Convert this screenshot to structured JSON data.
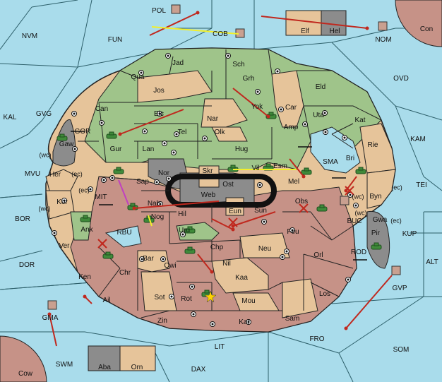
{
  "colors": {
    "sea": "#a9dceb",
    "green": "#9fc48a",
    "tan": "#e6c49a",
    "red": "#c69287",
    "gray": "#8c8c8c",
    "black": "#111111",
    "unit": "#3f8a3a",
    "order_red": "#c0281e",
    "order_yellow": "#f2ef2a",
    "order_magenta": "#c040c0"
  },
  "sea_labels": [
    "NVM",
    "POL",
    "FUN",
    "COB",
    "NOM",
    "Con",
    "OVD",
    "KAL",
    "GVG",
    "KAM",
    "MVU",
    "SMA",
    "TEI",
    "BOR",
    "MIT",
    "BUC",
    "KUP",
    "RBU",
    "ROD",
    "ALT",
    "DOR",
    "GVP",
    "GMA",
    "FRO",
    "SOM",
    "LIT",
    "SWM",
    "DAX",
    "Cow"
  ],
  "land_labels": [
    "Jad",
    "Sch",
    "Qua",
    "Jos",
    "Grh",
    "Eld",
    "Can",
    "Yok",
    "Car",
    "Elc",
    "Nar",
    "Uta",
    "Kat",
    "Gur",
    "Tel",
    "Olk",
    "Amp",
    "Lan",
    "Hug",
    "Rie",
    "Gaw",
    "GOR",
    "Nor",
    "Skr",
    "Vil",
    "Esm",
    "Bri",
    "Her",
    "Sap",
    "Web",
    "Ost",
    "Mel",
    "Byn",
    "Kor",
    "Nab",
    "Eun",
    "Obs",
    "Nog",
    "Hil",
    "Sun",
    "Gwa",
    "Pir",
    "Ank",
    "Uru",
    "Feu",
    "Chp",
    "Neu",
    "Orl",
    "Ver",
    "Bar",
    "Qwi",
    "Nil",
    "Ken",
    "Chr",
    "Kaa",
    "Los",
    "Sot",
    "Rot",
    "Mou",
    "Ail",
    "Zin",
    "Kar",
    "Sam",
    "Elf",
    "Hel",
    "Aba",
    "Orn"
  ],
  "coast_marks": [
    "(wc)",
    "(ec)",
    "(ec)",
    "(wc)",
    "(ec)",
    "(wc)",
    "(wc)",
    "(ec)"
  ]
}
